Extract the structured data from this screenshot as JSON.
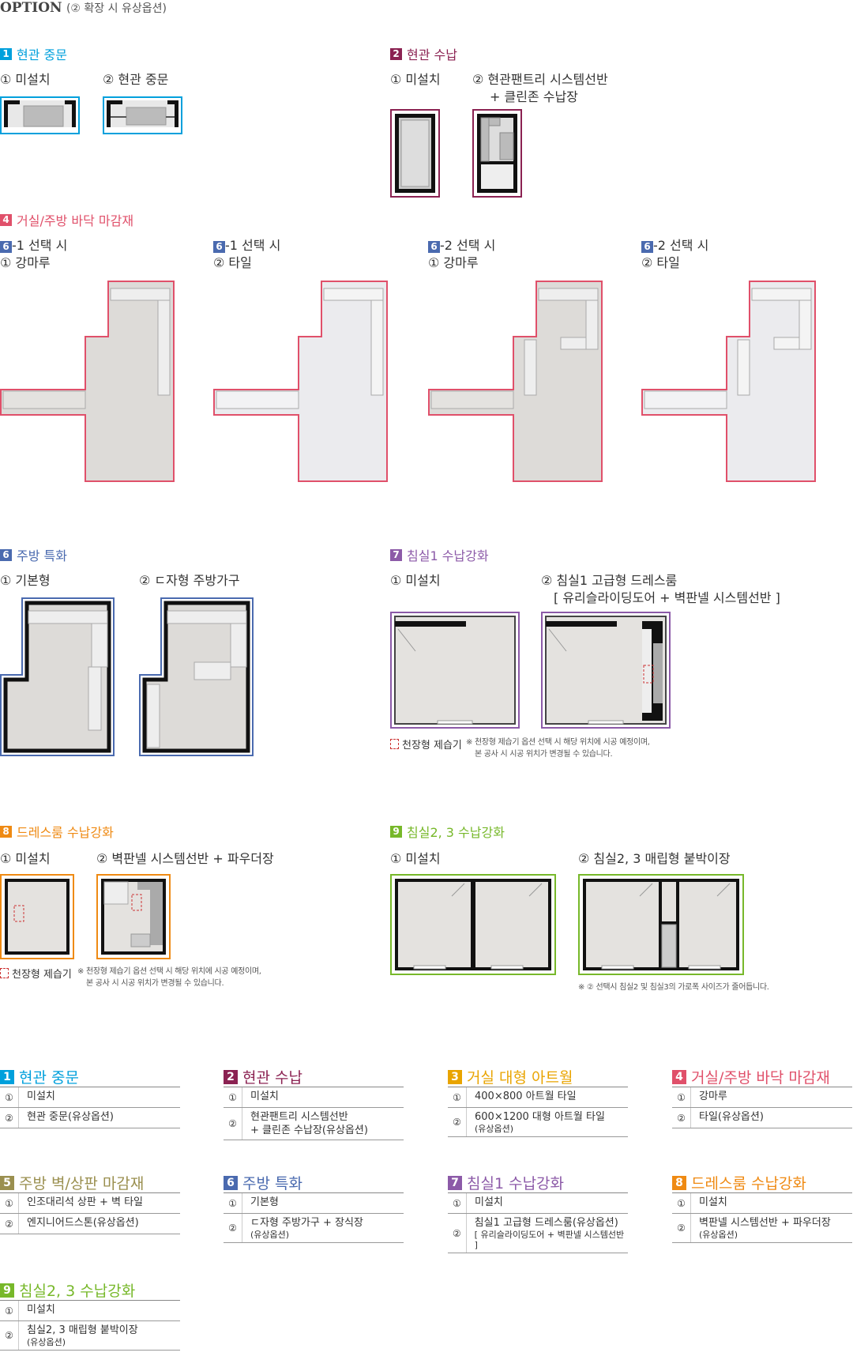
{
  "header": {
    "title": "OPTION",
    "subtitle": "(② 확장 시 유상옵션)"
  },
  "colors": {
    "c1": "#00a0dc",
    "c2": "#8b2252",
    "c3": "#e9a400",
    "c4": "#e0506a",
    "c5": "#9a8f4f",
    "c6": "#4a6aaf",
    "c7": "#8c5aa8",
    "c8": "#ef8a13",
    "c9": "#77b82a"
  },
  "sections": {
    "s1": {
      "num": "1",
      "title": "현관 중문",
      "opt1": "① 미설치",
      "opt2": "② 현관 중문"
    },
    "s2": {
      "num": "2",
      "title": "현관 수납",
      "opt1": "① 미설치",
      "opt2a": "② 현관팬트리 시스템선반",
      "opt2b": "+ 클린존 수납장"
    },
    "s4": {
      "num": "4",
      "title": "거실/주방 바닥 마감재",
      "cols": [
        {
          "badge": "6",
          "sel": "-1 선택 시",
          "opt": "① 강마루"
        },
        {
          "badge": "6",
          "sel": "-1 선택 시",
          "opt": "② 타일"
        },
        {
          "badge": "6",
          "sel": "-2 선택 시",
          "opt": "① 강마루"
        },
        {
          "badge": "6",
          "sel": "-2 선택 시",
          "opt": "② 타일"
        }
      ]
    },
    "s6": {
      "num": "6",
      "title": "주방 특화",
      "opt1": "① 기본형",
      "opt2": "② ㄷ자형 주방가구"
    },
    "s7": {
      "num": "7",
      "title": "침실1 수납강화",
      "opt1": "① 미설치",
      "opt2a": "② 침실1 고급형 드레스룸",
      "opt2b": "[ 유리슬라이딩도어 + 벽판넬 시스템선반 ]",
      "ceil": "천장형 제습기",
      "note1": "※ 천장형 제습기 옵션 선택 시 해당 위치에 시공 예정이며,",
      "note2": "본 공사 시 시공 위치가 변경될 수 있습니다."
    },
    "s8": {
      "num": "8",
      "title": "드레스룸 수납강화",
      "opt1": "① 미설치",
      "opt2": "② 벽판넬 시스템선반 + 파우더장",
      "ceil": "천장형 제습기",
      "note1": "※ 천장형 제습기 옵션 선택 시 해당 위치에 시공 예정이며,",
      "note2": "본 공사 시 시공 위치가 변경될 수 있습니다."
    },
    "s9": {
      "num": "9",
      "title": "침실2, 3 수납강화",
      "opt1": "① 미설치",
      "opt2": "② 침실2, 3 매립형 붙박이장",
      "note": "※ ② 선택시 침실2 및 침실3의 가로폭 사이즈가 줄어듭니다."
    }
  },
  "table": [
    {
      "num": "1",
      "title": "현관 중문",
      "rows": [
        {
          "n": "①",
          "t": "미설치",
          "s": ""
        },
        {
          "n": "②",
          "t": "현관 중문(유상옵션)",
          "s": ""
        }
      ]
    },
    {
      "num": "2",
      "title": "현관 수납",
      "rows": [
        {
          "n": "①",
          "t": "미설치",
          "s": ""
        },
        {
          "n": "②",
          "t": "현관팬트리 시스템선반",
          "s": "+ 클린존 수납장(유상옵션)"
        }
      ]
    },
    {
      "num": "3",
      "title": "거실 대형 아트월",
      "rows": [
        {
          "n": "①",
          "t": "400×800 아트월 타일",
          "s": ""
        },
        {
          "n": "②",
          "t": "600×1200 대형 아트월 타일",
          "s": "(유상옵션)"
        }
      ]
    },
    {
      "num": "4",
      "title": "거실/주방 바닥 마감재",
      "rows": [
        {
          "n": "①",
          "t": "강마루",
          "s": ""
        },
        {
          "n": "②",
          "t": "타일(유상옵션)",
          "s": ""
        }
      ]
    },
    {
      "num": "5",
      "title": "주방 벽/상판 마감재",
      "rows": [
        {
          "n": "①",
          "t": "인조대리석 상판 + 벽 타일",
          "s": ""
        },
        {
          "n": "②",
          "t": "엔지니어드스톤(유상옵션)",
          "s": ""
        }
      ]
    },
    {
      "num": "6",
      "title": "주방 특화",
      "rows": [
        {
          "n": "①",
          "t": "기본형",
          "s": ""
        },
        {
          "n": "②",
          "t": "ㄷ자형 주방가구 + 장식장",
          "s": "(유상옵션)"
        }
      ]
    },
    {
      "num": "7",
      "title": "침실1 수납강화",
      "rows": [
        {
          "n": "①",
          "t": "미설치",
          "s": ""
        },
        {
          "n": "②",
          "t": "침실1 고급형 드레스룸(유상옵션)",
          "s": "[ 유리슬라이딩도어 + 벽판넬 시스템선반 ]"
        }
      ]
    },
    {
      "num": "8",
      "title": "드레스룸 수납강화",
      "rows": [
        {
          "n": "①",
          "t": "미설치",
          "s": ""
        },
        {
          "n": "②",
          "t": "벽판넬 시스템선반 + 파우더장",
          "s": "(유상옵션)"
        }
      ]
    },
    {
      "num": "9",
      "title": "침실2, 3 수납강화",
      "rows": [
        {
          "n": "①",
          "t": "미설치",
          "s": ""
        },
        {
          "n": "②",
          "t": "침실2, 3 매립형 붙박이장",
          "s": "(유상옵션)"
        }
      ]
    }
  ]
}
